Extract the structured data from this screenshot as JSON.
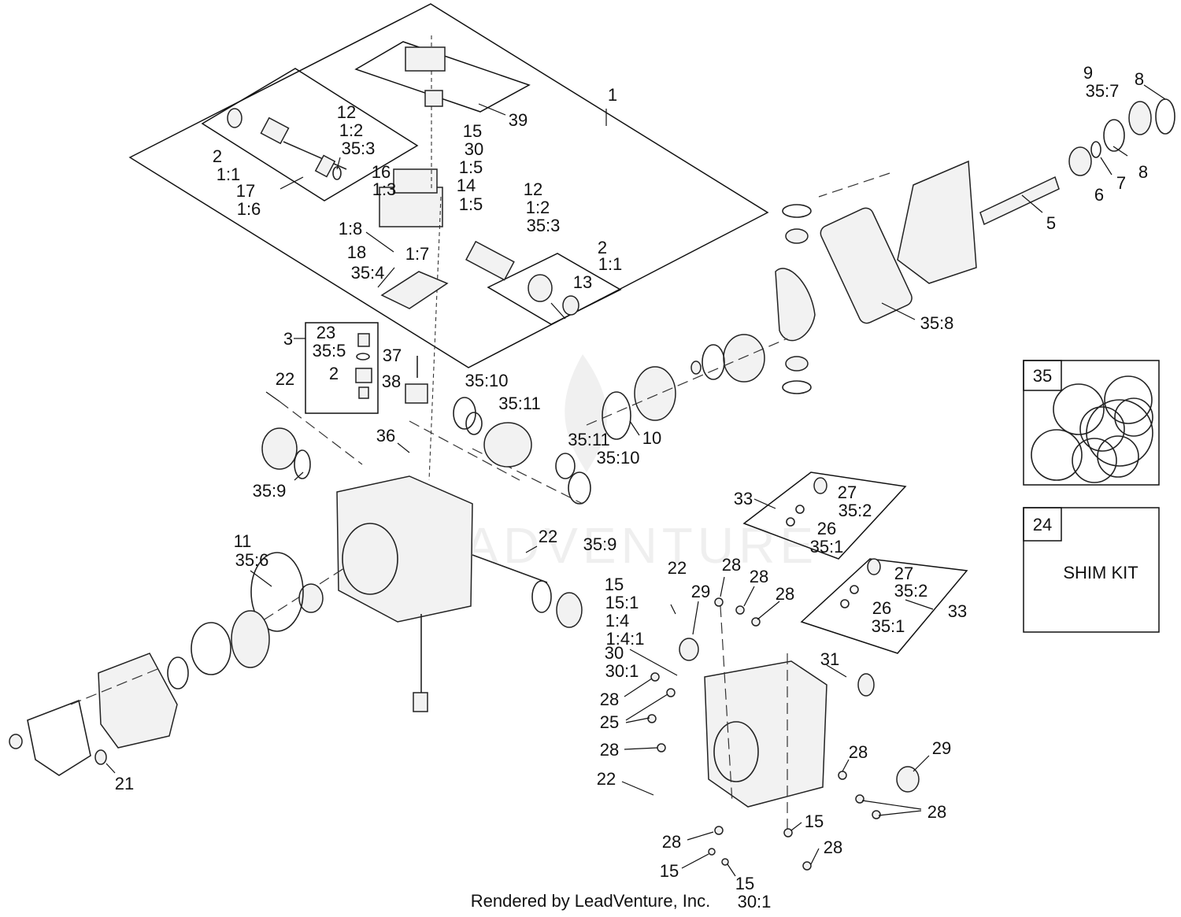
{
  "footer": "Rendered by LeadVenture, Inc.",
  "watermark": "LEADVENTURE",
  "kit_35": {
    "number": "35"
  },
  "kit_24": {
    "number": "24",
    "text": "SHIM KIT"
  },
  "callouts": [
    {
      "t": "1"
    },
    {
      "t": "39"
    },
    {
      "t": "9"
    },
    {
      "t": "35:7"
    },
    {
      "t": "8"
    },
    {
      "t": "8"
    },
    {
      "t": "7"
    },
    {
      "t": "6"
    },
    {
      "t": "5"
    },
    {
      "t": "35:8"
    },
    {
      "t": "12"
    },
    {
      "t": "1:2"
    },
    {
      "t": "35:3"
    },
    {
      "t": "2"
    },
    {
      "t": "1:1"
    },
    {
      "t": "17"
    },
    {
      "t": "1:6"
    },
    {
      "t": "15"
    },
    {
      "t": "30"
    },
    {
      "t": "1:5"
    },
    {
      "t": "16"
    },
    {
      "t": "1:3"
    },
    {
      "t": "14"
    },
    {
      "t": "1:5"
    },
    {
      "t": "12"
    },
    {
      "t": "1:2"
    },
    {
      "t": "35:3"
    },
    {
      "t": "1:8"
    },
    {
      "t": "18"
    },
    {
      "t": "1:7"
    },
    {
      "t": "35:4"
    },
    {
      "t": "2"
    },
    {
      "t": "1:1"
    },
    {
      "t": "13"
    },
    {
      "t": "3"
    },
    {
      "t": "23"
    },
    {
      "t": "35:5"
    },
    {
      "t": "2"
    },
    {
      "t": "37"
    },
    {
      "t": "38"
    },
    {
      "t": "22"
    },
    {
      "t": "35:10"
    },
    {
      "t": "35:11"
    },
    {
      "t": "10"
    },
    {
      "t": "36"
    },
    {
      "t": "35:11"
    },
    {
      "t": "35:10"
    },
    {
      "t": "35:9"
    },
    {
      "t": "11"
    },
    {
      "t": "35:6"
    },
    {
      "t": "22"
    },
    {
      "t": "35:9"
    },
    {
      "t": "21"
    },
    {
      "t": "33"
    },
    {
      "t": "27"
    },
    {
      "t": "35:2"
    },
    {
      "t": "26"
    },
    {
      "t": "35:1"
    },
    {
      "t": "27"
    },
    {
      "t": "35:2"
    },
    {
      "t": "26"
    },
    {
      "t": "35:1"
    },
    {
      "t": "33"
    },
    {
      "t": "22"
    },
    {
      "t": "28"
    },
    {
      "t": "28"
    },
    {
      "t": "28"
    },
    {
      "t": "29"
    },
    {
      "t": "15"
    },
    {
      "t": "15:1"
    },
    {
      "t": "1:4"
    },
    {
      "t": "1:4:1"
    },
    {
      "t": "30"
    },
    {
      "t": "30:1"
    },
    {
      "t": "31"
    },
    {
      "t": "28"
    },
    {
      "t": "25"
    },
    {
      "t": "28"
    },
    {
      "t": "22"
    },
    {
      "t": "28"
    },
    {
      "t": "29"
    },
    {
      "t": "28"
    },
    {
      "t": "28"
    },
    {
      "t": "15"
    },
    {
      "t": "28"
    },
    {
      "t": "15"
    },
    {
      "t": "15"
    },
    {
      "t": "30:1"
    }
  ]
}
